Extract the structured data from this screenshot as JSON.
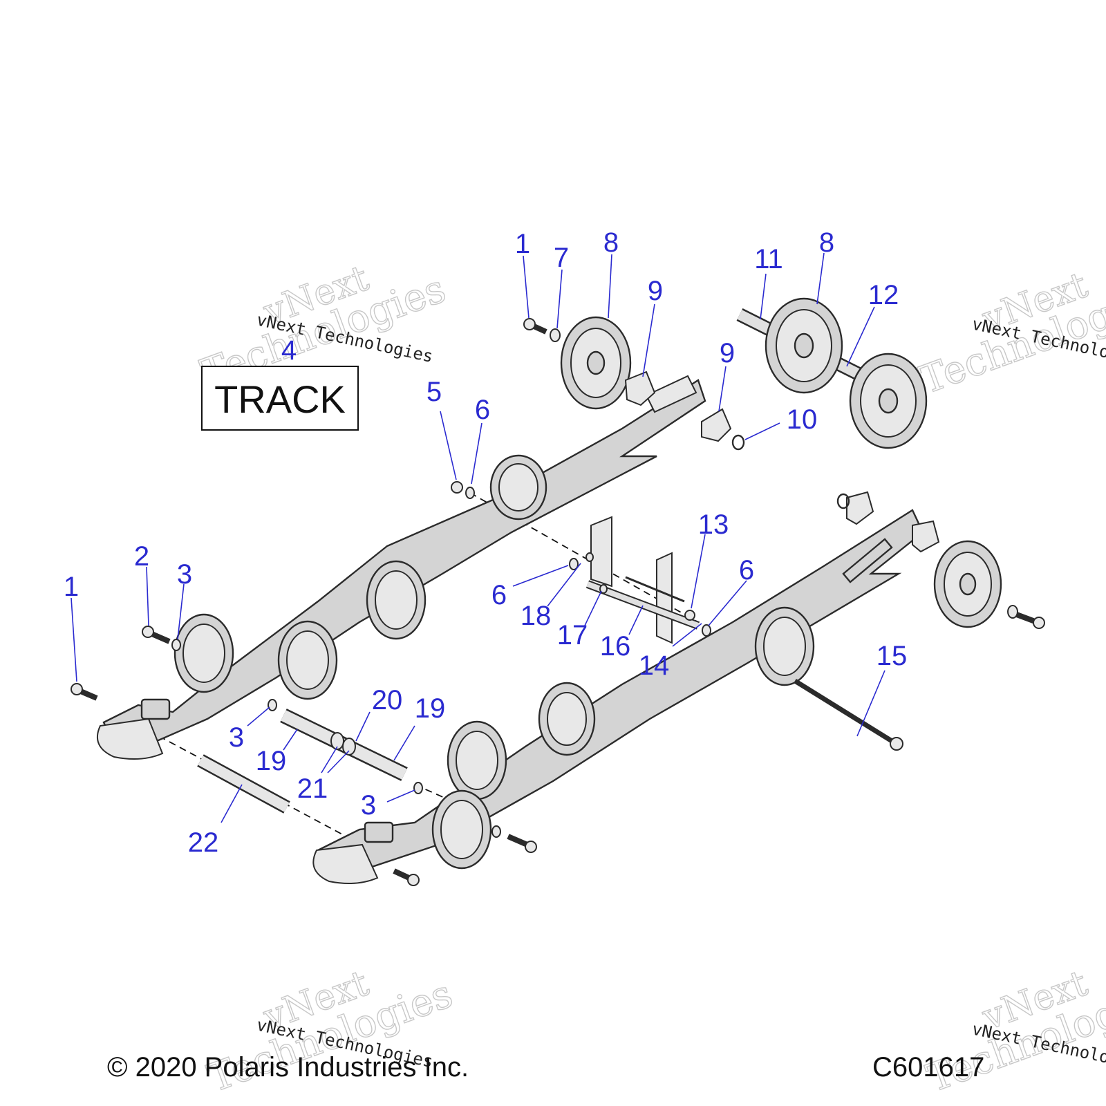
{
  "diagram": {
    "track_box_label": "TRACK",
    "callouts": {
      "c1a": "1",
      "c7": "7",
      "c8a": "8",
      "c9a": "9",
      "c11": "11",
      "c8b": "8",
      "c12": "12",
      "c4": "4",
      "c9b": "9",
      "c5": "5",
      "c6a": "6",
      "c10": "10",
      "c13": "13",
      "c2": "2",
      "c3a": "3",
      "c1b": "1",
      "c6b": "6",
      "c6c": "6",
      "c18": "18",
      "c17": "17",
      "c16": "16",
      "c14": "14",
      "c15": "15",
      "c20": "20",
      "c19a": "19",
      "c3b": "3",
      "c19b": "19",
      "c21": "21",
      "c3c": "3",
      "c22": "22"
    },
    "callout_color": "#2a2ad0"
  },
  "watermark": {
    "line1": "vNext",
    "line2": "Technologies",
    "small": "vNext Technologies"
  },
  "footer": {
    "copyright": "© 2020 Polaris Industries Inc.",
    "code": "C601617"
  }
}
